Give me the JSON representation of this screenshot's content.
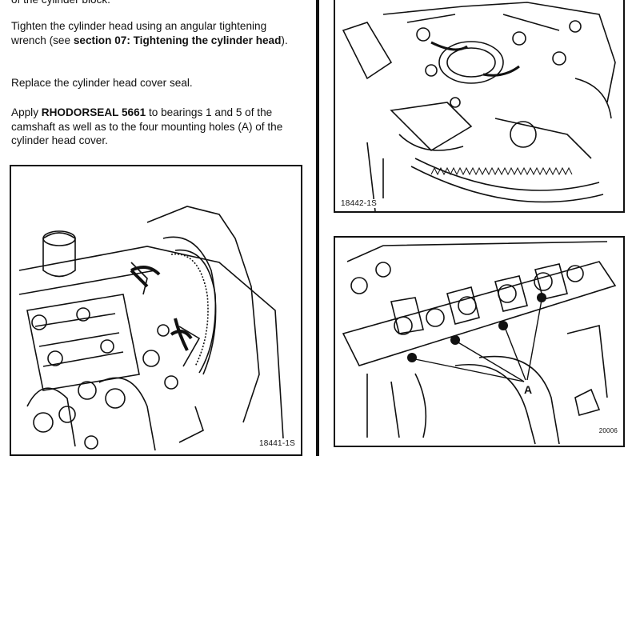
{
  "text": {
    "cut_line": "of the cylinder block.",
    "para1": {
      "before": "Tighten the cylinder head using an angular tightening wrench (see ",
      "bold": "section 07: Tightening the cylinder head",
      "after": ")."
    },
    "para2": "Replace the cylinder head cover seal.",
    "para3": {
      "before": "Apply ",
      "bold": "RHODORSEAL 5661",
      "after": " to bearings 1 and 5 of the camshaft as well as to the four mounting holes (A) of the cylinder head cover."
    }
  },
  "figures": {
    "fig_left": {
      "label": "18441-1S"
    },
    "fig_top_right": {
      "label": "18442-1S"
    },
    "fig_bottom_right": {
      "label": "20006",
      "annotation": "A"
    }
  }
}
